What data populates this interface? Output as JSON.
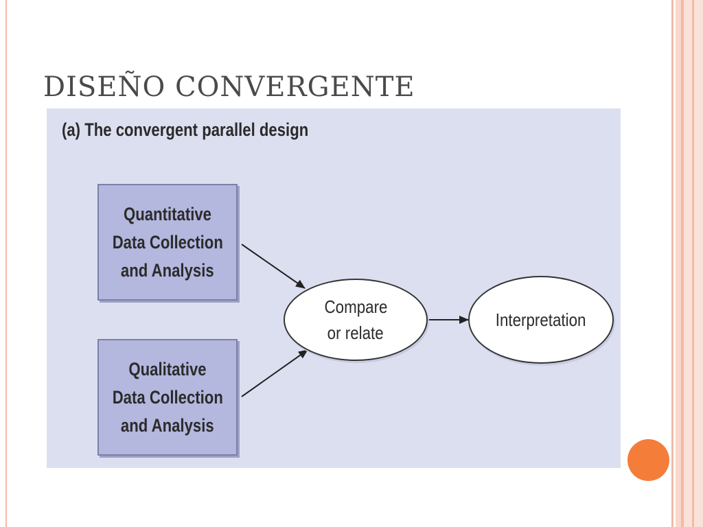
{
  "slide": {
    "title": "DISEÑO CONVERGENTE"
  },
  "figure": {
    "caption": "(a) The convergent parallel design",
    "boxes": [
      {
        "lines": [
          "Quantitative",
          "Data Collection",
          "and Analysis"
        ]
      },
      {
        "lines": [
          "Qualitative",
          "Data Collection",
          "and Analysis"
        ]
      }
    ],
    "nodes": [
      {
        "lines": [
          "Compare",
          "or relate"
        ]
      },
      {
        "lines": [
          "Interpretation"
        ]
      }
    ]
  },
  "colors": {
    "figure_background": "#dcdff0",
    "box_fill": "#b4b7de",
    "accent_dot": "#f57d3a",
    "border_stripe": "#f4b9a6"
  }
}
